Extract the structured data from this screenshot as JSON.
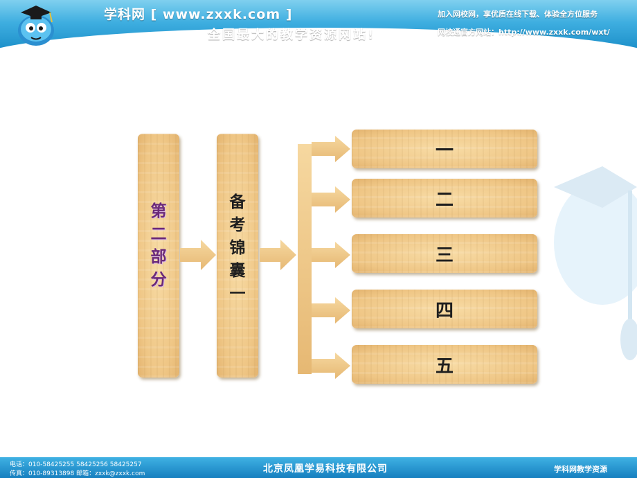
{
  "header": {
    "site": "学科网 [ www.zxxk.com ]",
    "slogan": "全国最大的教学资源网站!",
    "right_line1": "加入网校网，享优质在线下载、体验全方位服务",
    "right_line2": "网校通官方网站：http://www.zxxk.com/wxt/"
  },
  "diagram": {
    "part": [
      "第",
      "二",
      "部",
      "分"
    ],
    "module": [
      "备",
      "考",
      "锦",
      "囊",
      "一"
    ],
    "items": [
      "一",
      "二",
      "三",
      "四",
      "五"
    ]
  },
  "footer": {
    "phone1": "电话：010-58425255  58425256  58425257",
    "phone2": "传真：010-89313898   邮箱：zxxk@zxxk.com",
    "company": "北京凤凰学易科技有限公司",
    "right": "学科网教学资源"
  },
  "colors": {
    "header_blue": "#2fa6dc",
    "panel": "#efc685",
    "part_text": "#6b2a78"
  }
}
